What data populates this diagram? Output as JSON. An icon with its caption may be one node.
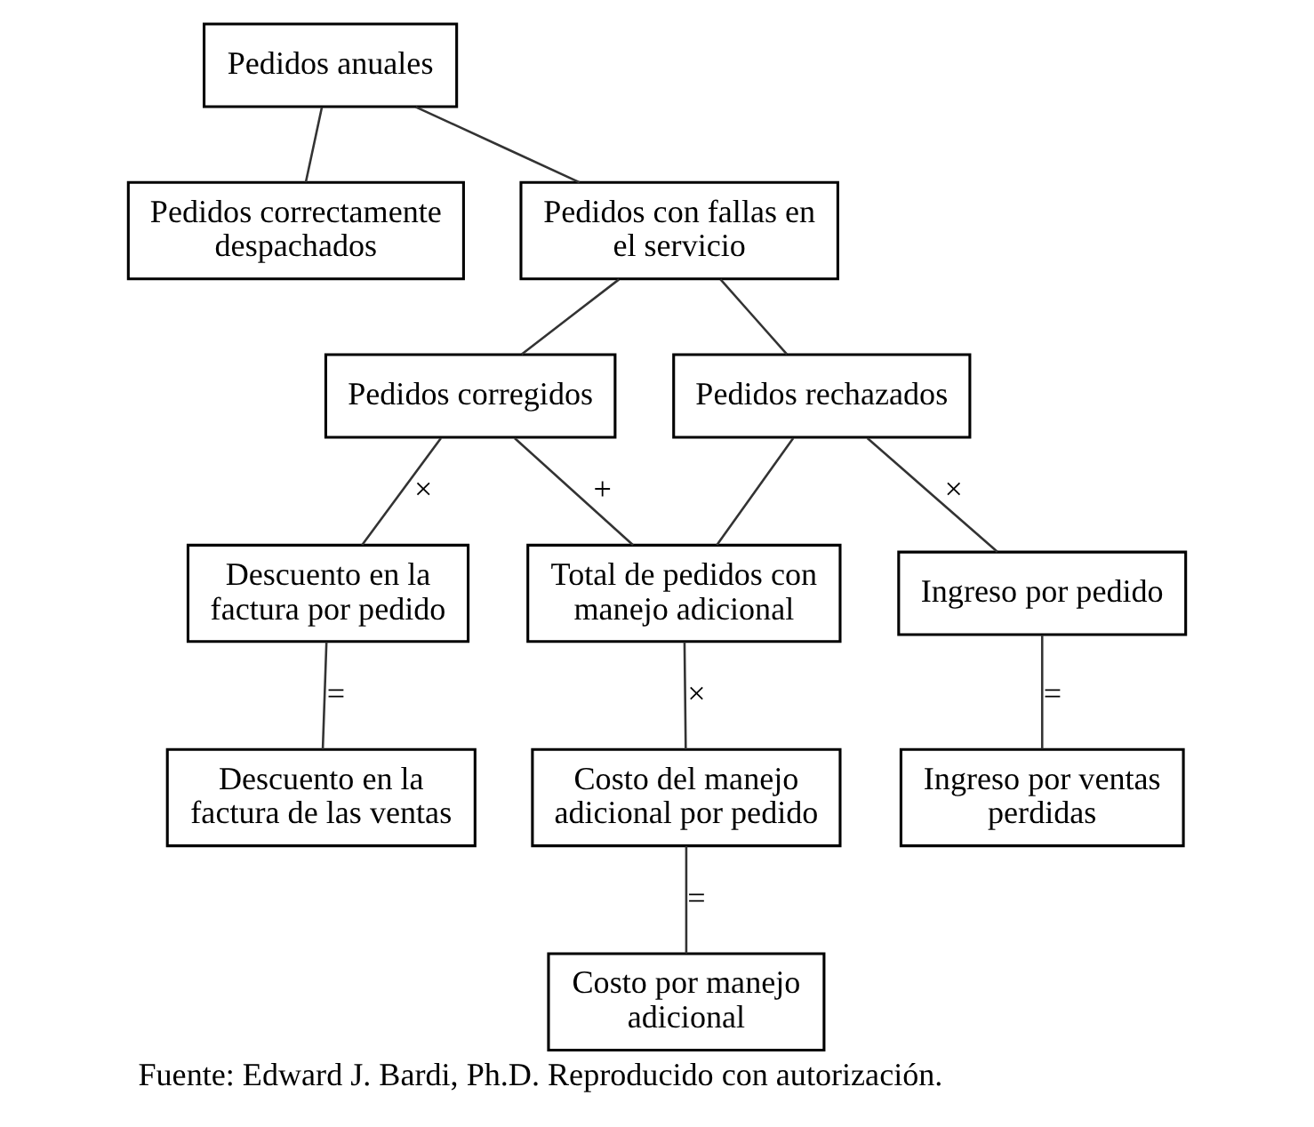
{
  "diagram": {
    "caption": "Fuente: Edward J. Bardi, Ph.D. Reproducido con autorización.",
    "nodes": [
      {
        "text": [
          "Pedidos anuales"
        ]
      },
      {
        "text": [
          "Pedidos correctamente despachados"
        ]
      },
      {
        "text": [
          "Pedidos con fallas en el servicio"
        ]
      },
      {
        "text": [
          "Pedidos corregidos"
        ]
      },
      {
        "text": [
          "Pedidos rechazados"
        ]
      },
      {
        "text": [
          "Descuento en la factura por pedido"
        ]
      },
      {
        "text": [
          "Descuento en la factura de las ventas"
        ]
      },
      {
        "text": [
          "Total de pedidos con manejo adicional"
        ]
      },
      {
        "text": [
          "Costo del manejo adicional por pedido"
        ]
      },
      {
        "text": [
          "Costo por manejo adicional"
        ]
      },
      {
        "text": [
          "Ingreso por pedido"
        ]
      },
      {
        "text": [
          "Ingreso por ventas perdidas"
        ]
      }
    ],
    "edges": [
      {
        "from": 0,
        "to": 1,
        "arrow": "none"
      },
      {
        "from": 0,
        "to": 2,
        "arrow": "none"
      },
      {
        "from": 2,
        "to": 3,
        "arrow": "none"
      },
      {
        "from": 2,
        "to": 4,
        "arrow": "none"
      },
      {
        "from": 3,
        "to": 5,
        "arrow": "none",
        "label": "×"
      },
      {
        "from": 5,
        "to": 6,
        "arrow": "none",
        "label": "="
      },
      {
        "from": 3,
        "to": 7,
        "arrow": "none",
        "label": "+"
      },
      {
        "from": 4,
        "to": 7,
        "arrow": "none"
      },
      {
        "from": 7,
        "to": 8,
        "arrow": "none",
        "label": "×"
      },
      {
        "from": 8,
        "to": 9,
        "arrow": "none",
        "label": "="
      },
      {
        "from": 4,
        "to": 10,
        "arrow": "none",
        "label": "×"
      },
      {
        "from": 10,
        "to": 11,
        "arrow": "none",
        "label": "="
      }
    ]
  }
}
